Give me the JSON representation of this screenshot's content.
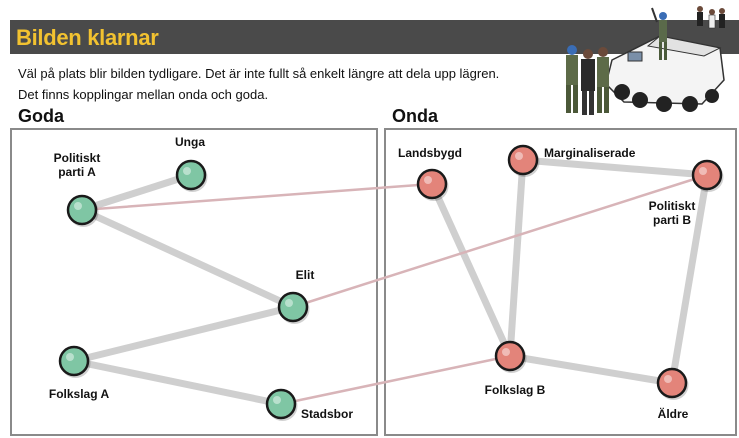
{
  "title": "Bilden klarnar",
  "description_lines": [
    "Väl på plats blir bilden tydligare. Det är inte fullt så enkelt längre att dela upp lägren.",
    "Det finns kopplingar mellan onda och goda."
  ],
  "panels": {
    "good_title": "Goda",
    "evil_title": "Onda"
  },
  "colors": {
    "good_node": "#7fc6a4",
    "evil_node": "#e3847a",
    "strong_link": "#cfcfcf",
    "cross_link": "#d8b4b8",
    "title_text": "#f2c230",
    "header_bg": "#4a4a4a"
  },
  "nodes": [
    {
      "id": "politiskt-parti-a",
      "label_lines": [
        "Politiskt",
        "parti A"
      ],
      "group": "good"
    },
    {
      "id": "unga",
      "label_lines": [
        "Unga"
      ],
      "group": "good"
    },
    {
      "id": "elit",
      "label_lines": [
        "Elit"
      ],
      "group": "good"
    },
    {
      "id": "folkslag-a",
      "label_lines": [
        "Folkslag A"
      ],
      "group": "good"
    },
    {
      "id": "stadsbor",
      "label_lines": [
        "Stadsbor"
      ],
      "group": "good"
    },
    {
      "id": "landsbygd",
      "label_lines": [
        "Landsbygd"
      ],
      "group": "evil"
    },
    {
      "id": "marginaliserade",
      "label_lines": [
        "Marginaliserade"
      ],
      "group": "evil"
    },
    {
      "id": "politiskt-parti-b",
      "label_lines": [
        "Politiskt",
        "parti B"
      ],
      "group": "evil"
    },
    {
      "id": "folkslag-b",
      "label_lines": [
        "Folkslag B"
      ],
      "group": "evil"
    },
    {
      "id": "aldre",
      "label_lines": [
        "Äldre"
      ],
      "group": "evil"
    }
  ],
  "links": [
    {
      "from": "politiskt-parti-a",
      "to": "unga",
      "kind": "strong"
    },
    {
      "from": "politiskt-parti-a",
      "to": "elit",
      "kind": "strong"
    },
    {
      "from": "elit",
      "to": "folkslag-a",
      "kind": "strong"
    },
    {
      "from": "folkslag-a",
      "to": "stadsbor",
      "kind": "strong"
    },
    {
      "from": "landsbygd",
      "to": "folkslag-b",
      "kind": "strong"
    },
    {
      "from": "marginaliserade",
      "to": "folkslag-b",
      "kind": "strong"
    },
    {
      "from": "marginaliserade",
      "to": "politiskt-parti-b",
      "kind": "strong"
    },
    {
      "from": "politiskt-parti-b",
      "to": "aldre",
      "kind": "strong"
    },
    {
      "from": "folkslag-b",
      "to": "aldre",
      "kind": "strong"
    },
    {
      "from": "politiskt-parti-a",
      "to": "landsbygd",
      "kind": "cross"
    },
    {
      "from": "elit",
      "to": "politiskt-parti-b",
      "kind": "cross"
    },
    {
      "from": "stadsbor",
      "to": "folkslag-b",
      "kind": "cross"
    }
  ]
}
